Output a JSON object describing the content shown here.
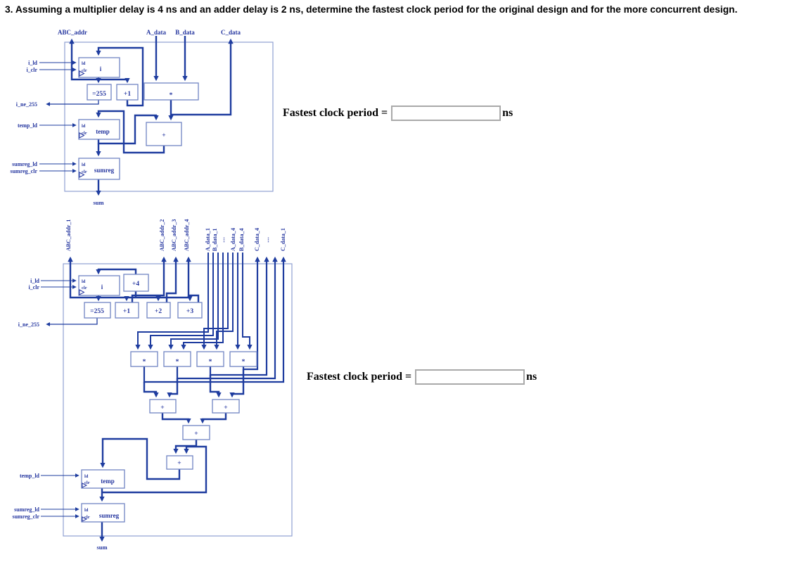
{
  "title": "3. Assuming a multiplier delay is 4 ns and an adder delay is 2 ns, determine the fastest clock period for the original design and for the more concurrent design.",
  "colors": {
    "wire_blue": "#1e3c9f",
    "label_blue": "#2637a0",
    "box_border": "#7084c2",
    "input_border": "#a9a9a9"
  },
  "answers": {
    "first": {
      "label": "Fastest clock period =",
      "value": "",
      "unit": "ns"
    },
    "second": {
      "label": "Fastest clock period =",
      "value": "",
      "unit": "ns"
    }
  },
  "d1": {
    "ports": {
      "abc_addr": "ABC_addr",
      "a_data": "A_data",
      "b_data": "B_data",
      "c_data": "C_data",
      "sum": "sum"
    },
    "controls": {
      "i_ld": "i_ld",
      "i_clr": "i_clr",
      "i_ne_255": "i_ne_255",
      "temp_ld": "temp_ld",
      "sumreg_ld": "sumreg_ld",
      "sumreg_clr": "sumreg_clr"
    },
    "pins": {
      "ld": "ld",
      "clr": "clr"
    },
    "regs": {
      "i": "i",
      "temp": "temp",
      "sumreg": "sumreg"
    },
    "units": {
      "eq255": "=255",
      "inc1": "+1",
      "mult": "*",
      "add": "+"
    }
  },
  "d2": {
    "ports": {
      "abc_addr_1": "ABC_addr_1",
      "abc_addr_2": "ABC_addr_2",
      "abc_addr_3": "ABC_addr_3",
      "abc_addr_4": "ABC_addr_4",
      "a_data_1": "A_data_1",
      "b_data_1": "B_data_1",
      "a_data_4": "A_data_4",
      "b_data_4": "B_data_4",
      "c_data_4": "C_data_4",
      "c_data_1": "C_data_1",
      "dots": "⋯",
      "sum": "sum"
    },
    "controls": {
      "i_ld": "i_ld",
      "i_clr": "i_clr",
      "i_ne_255": "i_ne_255",
      "temp_ld": "temp_ld",
      "sumreg_ld": "sumreg_ld",
      "sumreg_clr": "sumreg_clr"
    },
    "pins": {
      "ld": "ld",
      "clr": "clr"
    },
    "regs": {
      "i": "i",
      "temp": "temp",
      "sumreg": "sumreg"
    },
    "units": {
      "eq255": "=255",
      "inc1": "+1",
      "inc2": "+2",
      "inc3": "+3",
      "inc4": "+4",
      "mult": "*",
      "add": "+"
    }
  }
}
